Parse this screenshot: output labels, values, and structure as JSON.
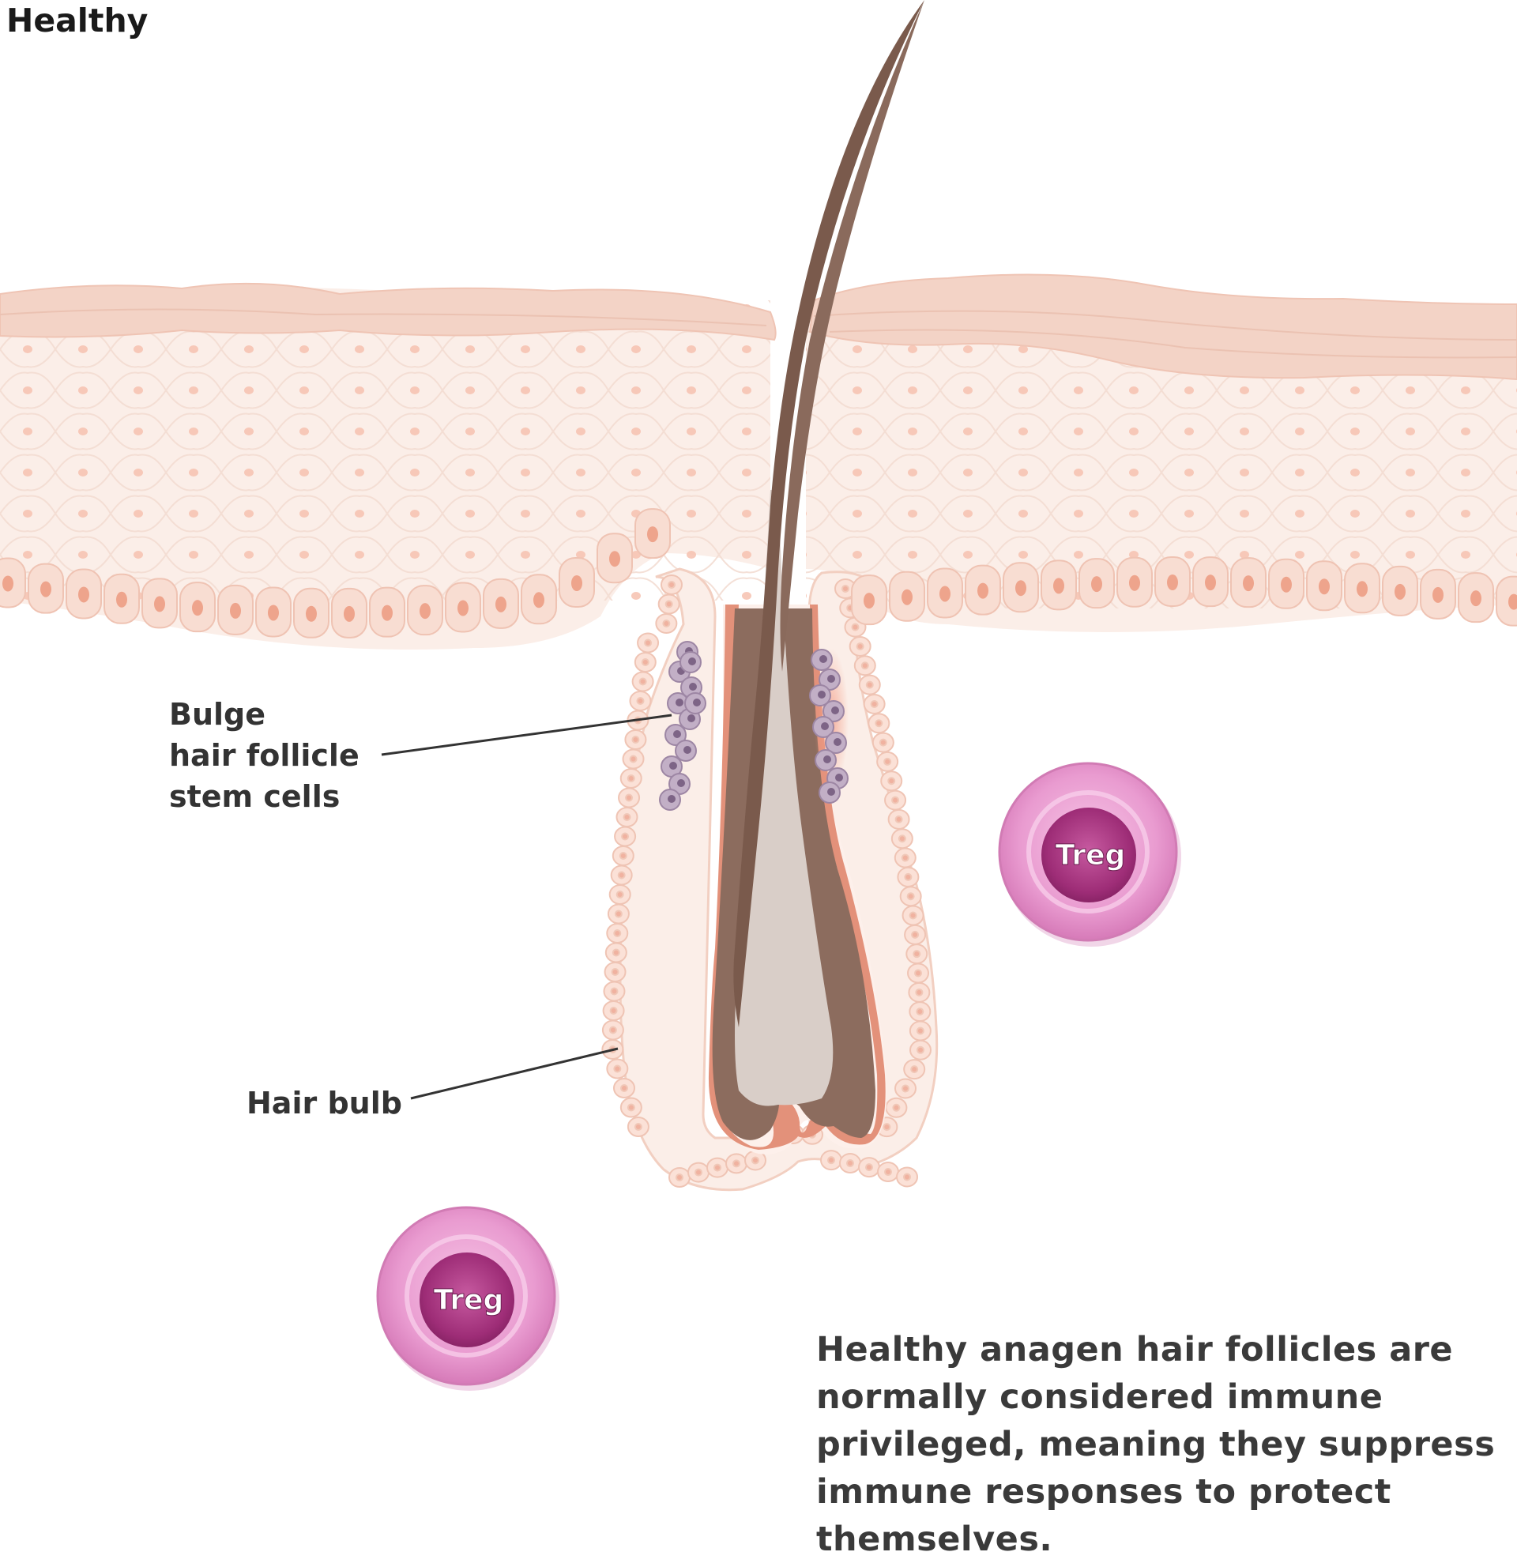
{
  "title": "Healthy",
  "labels": {
    "bulge": [
      "Bulge",
      "hair follicle",
      "stem cells"
    ],
    "hair_bulb": "Hair bulb"
  },
  "cells": {
    "treg_1": "Treg",
    "treg_2": "Treg"
  },
  "caption": [
    "Healthy anagen hair follicles are",
    "normally considered immune",
    "privileged, meaning they suppress",
    "immune responses to protect",
    "themselves."
  ],
  "colors": {
    "skin_top": "#f2d3c6",
    "skin_body": "#fbeee8",
    "skin_cell_line": "#f0d5c9",
    "nucleus": "#f2b9a6",
    "basal_cell": "#f6d8cc",
    "hair_shaft": "#7a5a4c",
    "hair_core": "#d9cec8",
    "root_sheath": "#e08a6f",
    "stem_cell": "#b8a3bd",
    "treg_outer": "#ea9fd0",
    "treg_inner": "#a8357f"
  }
}
